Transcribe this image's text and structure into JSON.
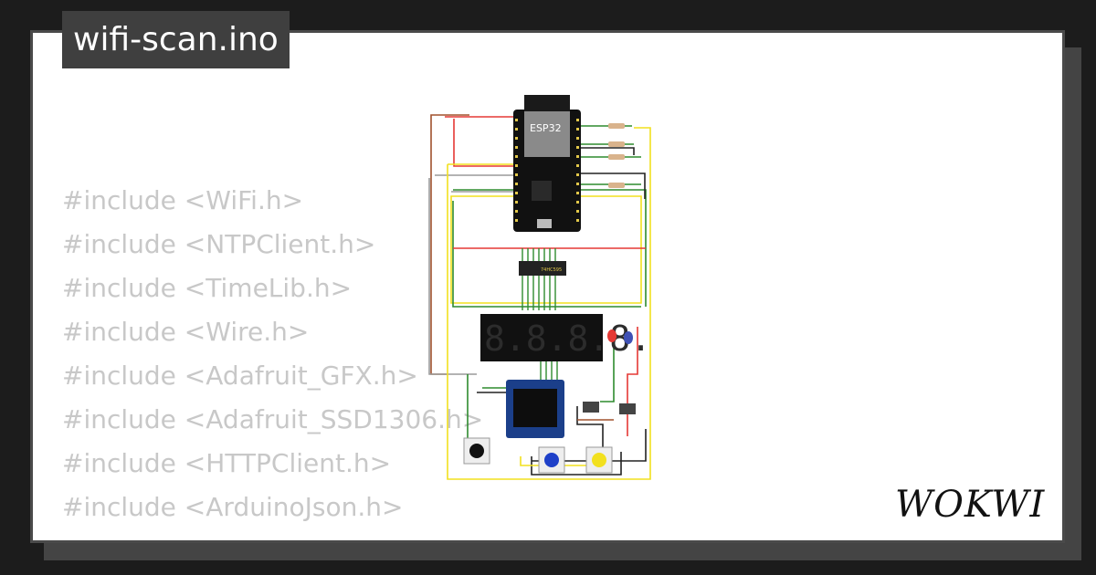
{
  "page": {
    "title": "wifi-scan.ino",
    "brand": "WOKWI"
  },
  "code": {
    "lines": [
      "#include <WiFi.h>",
      "#include <NTPClient.h>",
      "#include <TimeLib.h>",
      "#include <Wire.h>",
      "#include <Adafruit_GFX.h>",
      "#include <Adafruit_SSD1306.h>",
      "#include <HTTPClient.h>",
      "#include <ArduinoJson.h>"
    ]
  },
  "circuit": {
    "mcu_label": "ESP32",
    "shift_register_label": "74HC595",
    "display_digits": "8.8.8.8.",
    "icons": [
      "esp32-board",
      "shift-register-chip",
      "seven-segment-display",
      "oled-display",
      "pushbutton",
      "slide-switch",
      "led",
      "resistor"
    ]
  },
  "colors": {
    "background": "#1c1c1c",
    "card": "#ffffff",
    "badge": "#3f3f3f",
    "code_text": "#c8c8c8",
    "wire_red": "#e53935",
    "wire_green": "#2e8b2e",
    "wire_yellow": "#f2e01e",
    "wire_gray": "#9a9a9a",
    "wire_brown": "#a0522d",
    "wire_black": "#222222"
  }
}
